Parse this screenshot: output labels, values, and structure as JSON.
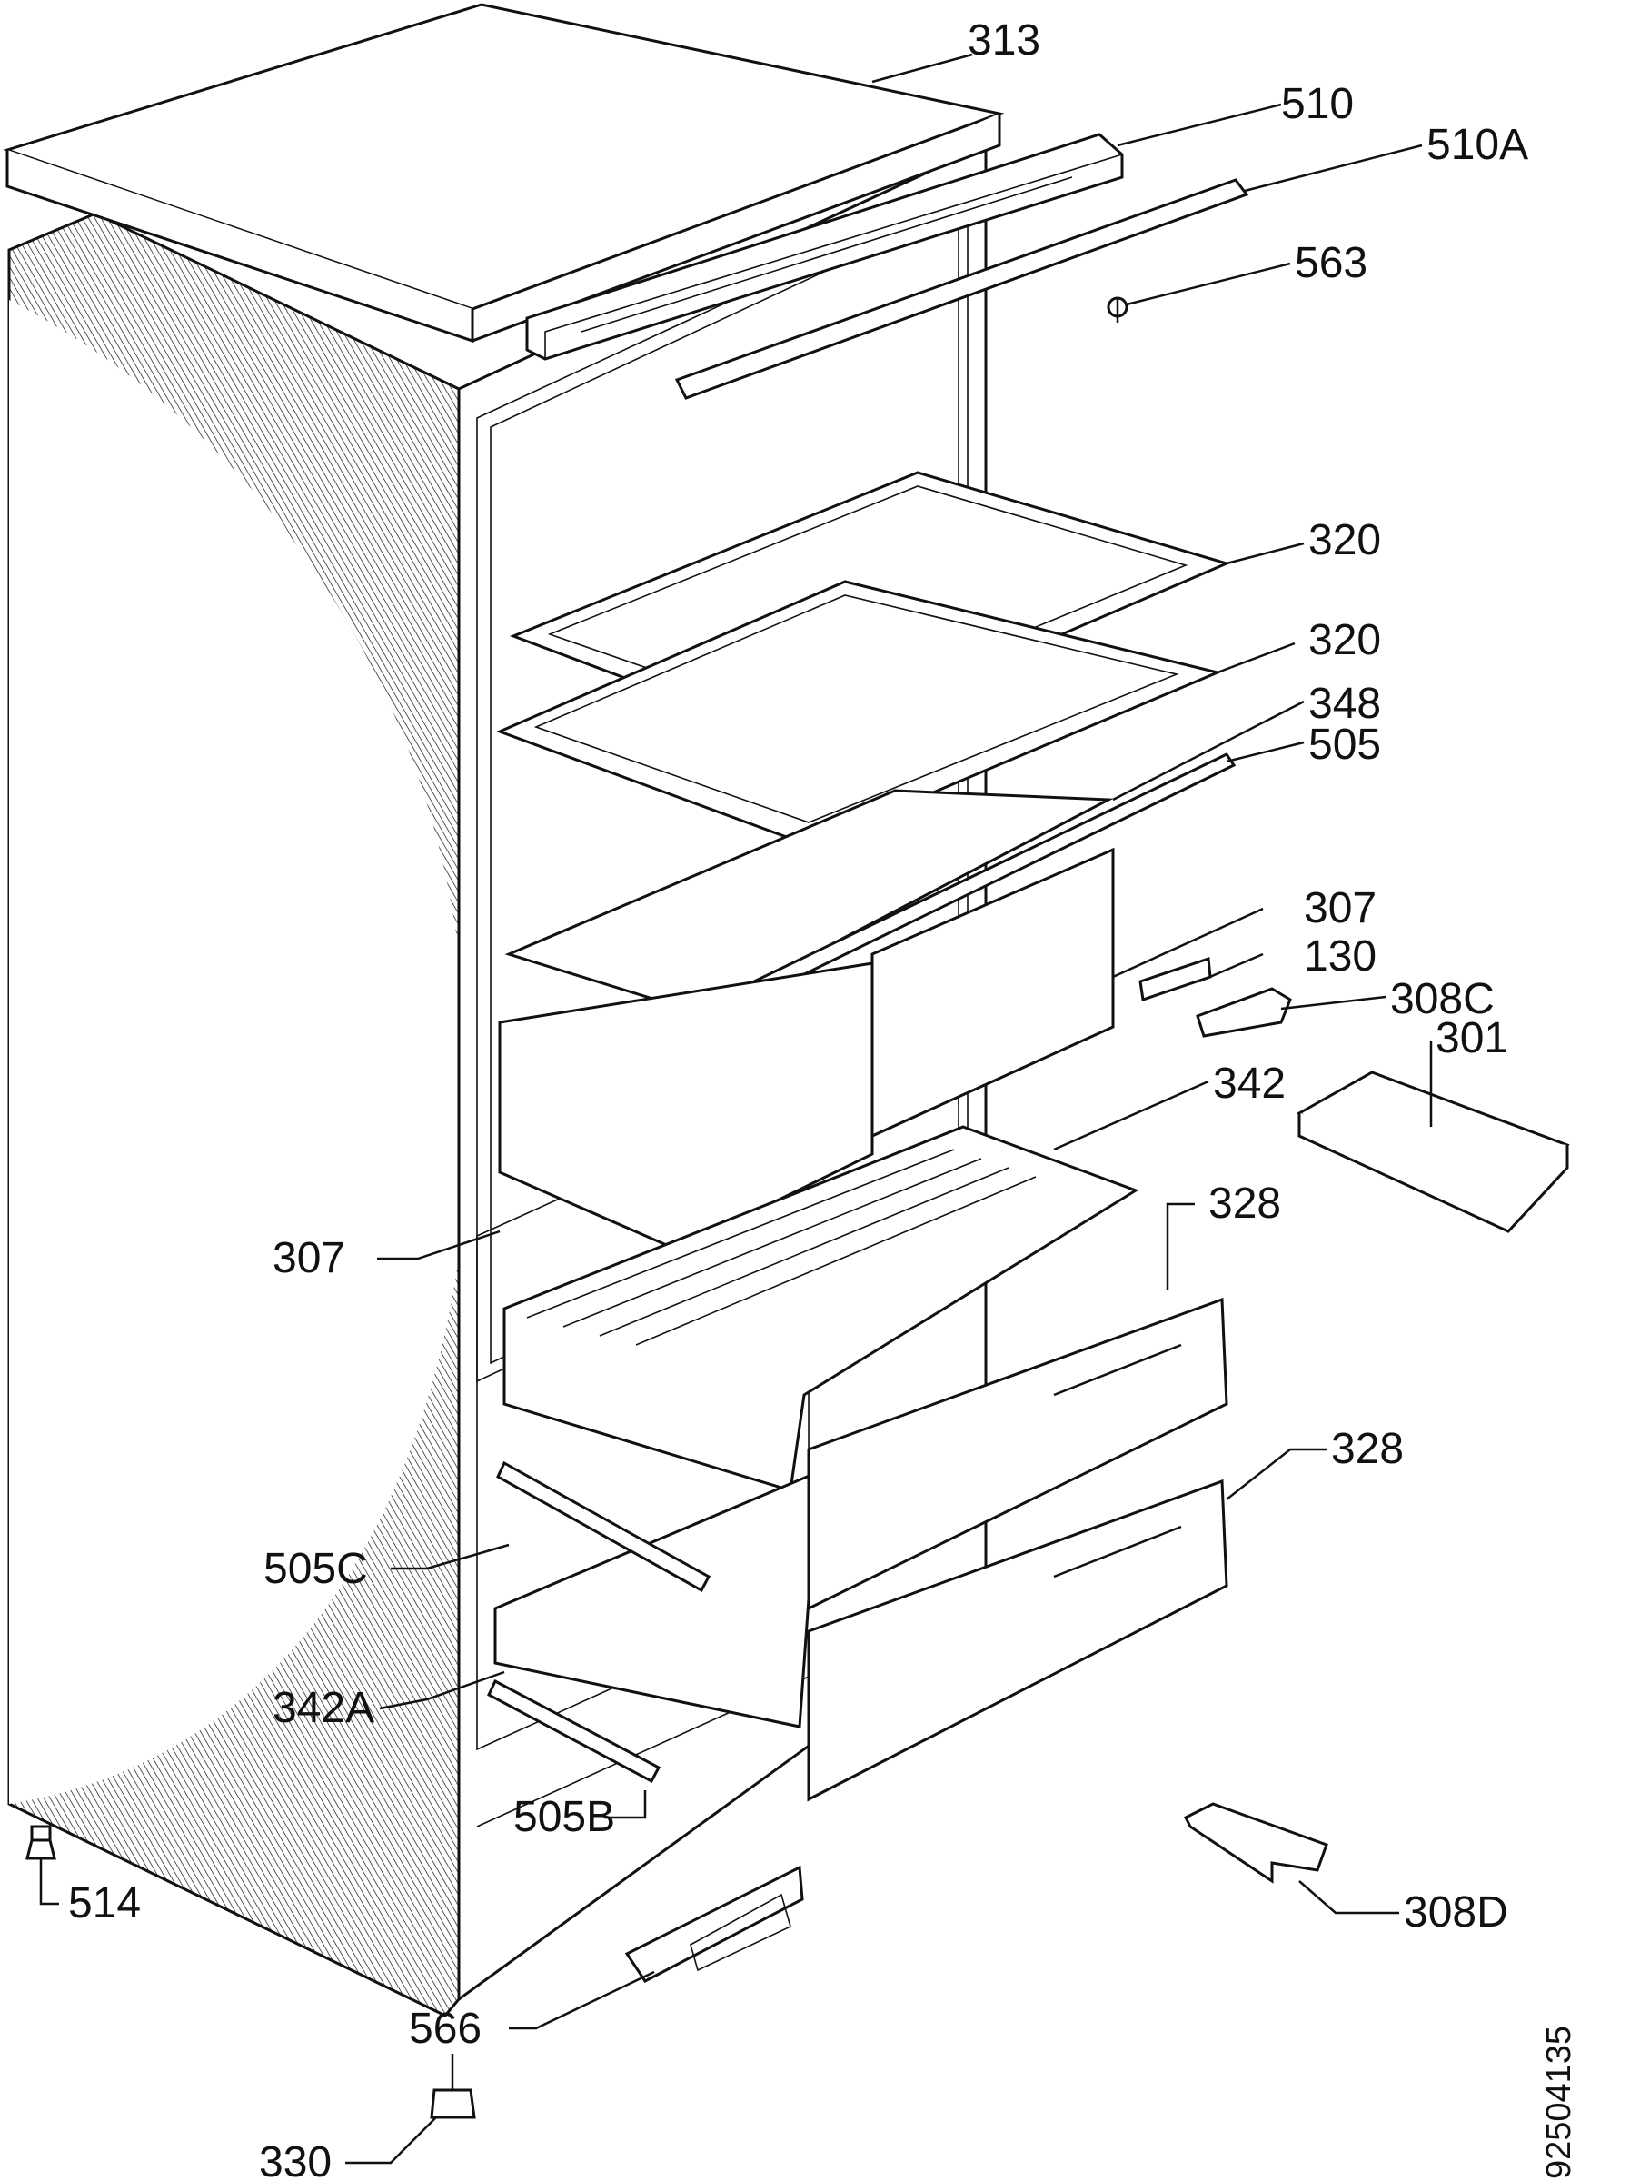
{
  "diagram": {
    "drawing_number": "92504135",
    "callouts": [
      {
        "id": "313",
        "text": "313"
      },
      {
        "id": "510",
        "text": "510"
      },
      {
        "id": "510A",
        "text": "510A"
      },
      {
        "id": "563",
        "text": "563"
      },
      {
        "id": "320a",
        "text": "320"
      },
      {
        "id": "320b",
        "text": "320"
      },
      {
        "id": "348",
        "text": "348"
      },
      {
        "id": "505",
        "text": "505"
      },
      {
        "id": "307a",
        "text": "307"
      },
      {
        "id": "130",
        "text": "130"
      },
      {
        "id": "308C",
        "text": "308C"
      },
      {
        "id": "301",
        "text": "301"
      },
      {
        "id": "342",
        "text": "342"
      },
      {
        "id": "328a",
        "text": "328"
      },
      {
        "id": "307b",
        "text": "307"
      },
      {
        "id": "328b",
        "text": "328"
      },
      {
        "id": "505C",
        "text": "505C"
      },
      {
        "id": "342A",
        "text": "342A"
      },
      {
        "id": "505B",
        "text": "505B"
      },
      {
        "id": "514",
        "text": "514"
      },
      {
        "id": "308D",
        "text": "308D"
      },
      {
        "id": "566",
        "text": "566"
      },
      {
        "id": "330",
        "text": "330"
      }
    ]
  }
}
